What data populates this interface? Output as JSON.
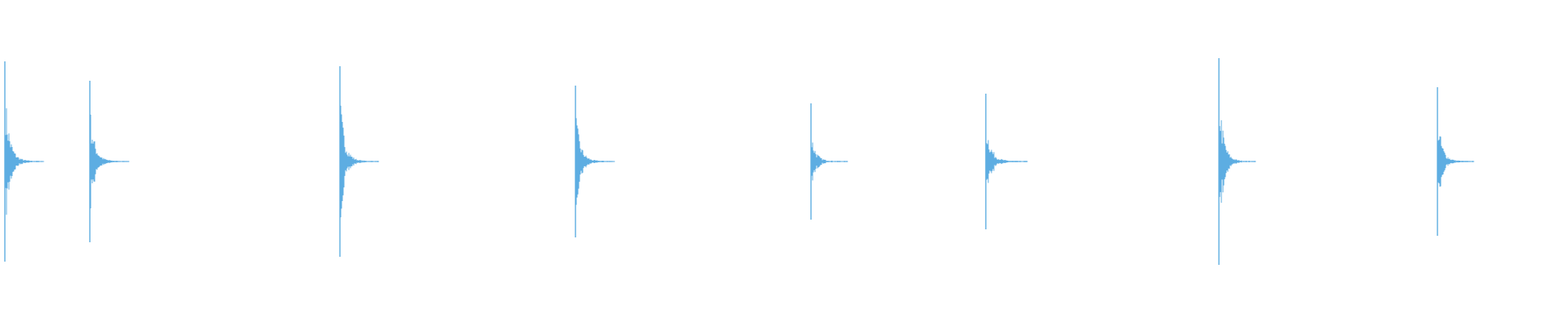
{
  "waveform": {
    "color": "#5DADE2",
    "baseline": 0.5,
    "timeline_seconds": 64,
    "events": [
      {
        "time": 0.2,
        "amplitude": 0.62,
        "decay": 0.78,
        "tail": 1.6
      },
      {
        "time": 3.7,
        "amplitude": 0.5,
        "decay": 0.72,
        "tail": 1.6
      },
      {
        "time": 14.0,
        "amplitude": 0.59,
        "decay": 0.74,
        "tail": 1.6
      },
      {
        "time": 23.7,
        "amplitude": 0.47,
        "decay": 0.72,
        "tail": 1.6
      },
      {
        "time": 33.4,
        "amplitude": 0.36,
        "decay": 0.55,
        "tail": 1.5
      },
      {
        "time": 40.6,
        "amplitude": 0.42,
        "decay": 0.66,
        "tail": 1.7
      },
      {
        "time": 50.2,
        "amplitude": 0.64,
        "decay": 0.78,
        "tail": 1.5
      },
      {
        "time": 59.2,
        "amplitude": 0.46,
        "decay": 0.7,
        "tail": 1.5
      }
    ]
  }
}
